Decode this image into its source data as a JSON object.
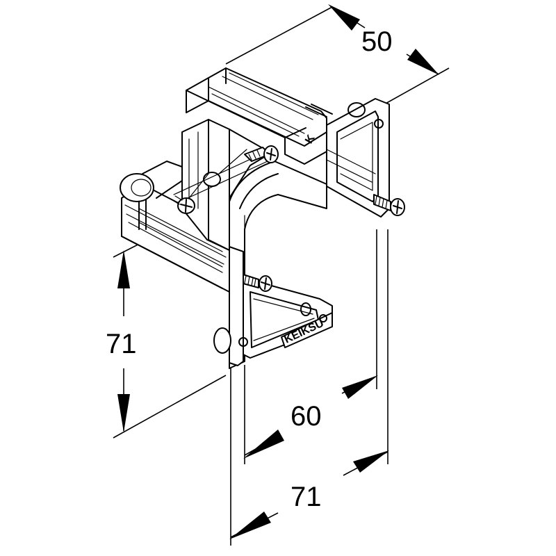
{
  "dimensions": {
    "depth": "50",
    "height": "71",
    "screw_spacing": "60",
    "width": "71"
  },
  "brand_mark": "KEIKSU",
  "part_mark": "K"
}
